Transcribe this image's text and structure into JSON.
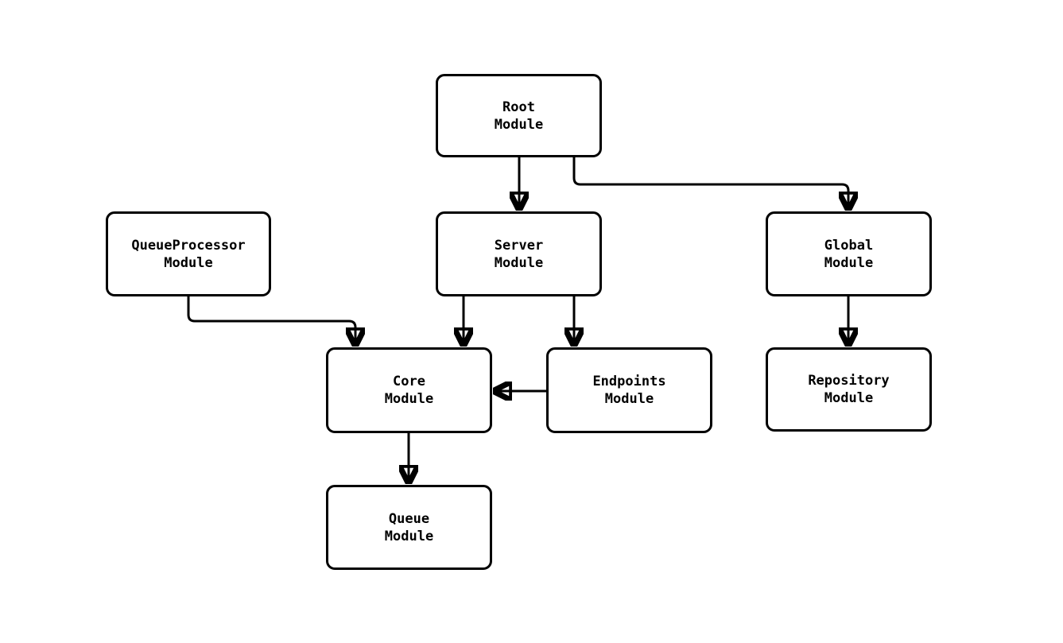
{
  "diagram": {
    "type": "module-dependency-diagram",
    "background_color": "#ffffff",
    "node_fill_color": "#ffffff",
    "node_border_color": "#000000",
    "edge_color": "#000000",
    "nodes": [
      {
        "id": "root",
        "label": [
          "Root",
          "Module"
        ]
      },
      {
        "id": "queueprocessor",
        "label": [
          "QueueProcessor",
          "Module"
        ]
      },
      {
        "id": "server",
        "label": [
          "Server",
          "Module"
        ]
      },
      {
        "id": "global",
        "label": [
          "Global",
          "Module"
        ]
      },
      {
        "id": "core",
        "label": [
          "Core",
          "Module"
        ]
      },
      {
        "id": "endpoints",
        "label": [
          "Endpoints",
          "Module"
        ]
      },
      {
        "id": "repository",
        "label": [
          "Repository",
          "Module"
        ]
      },
      {
        "id": "queue",
        "label": [
          "Queue",
          "Module"
        ]
      }
    ],
    "edges": [
      {
        "from": "root",
        "to": "server"
      },
      {
        "from": "root",
        "to": "global"
      },
      {
        "from": "queueprocessor",
        "to": "core"
      },
      {
        "from": "server",
        "to": "core"
      },
      {
        "from": "server",
        "to": "endpoints"
      },
      {
        "from": "endpoints",
        "to": "core"
      },
      {
        "from": "global",
        "to": "repository"
      },
      {
        "from": "core",
        "to": "queue"
      }
    ]
  }
}
